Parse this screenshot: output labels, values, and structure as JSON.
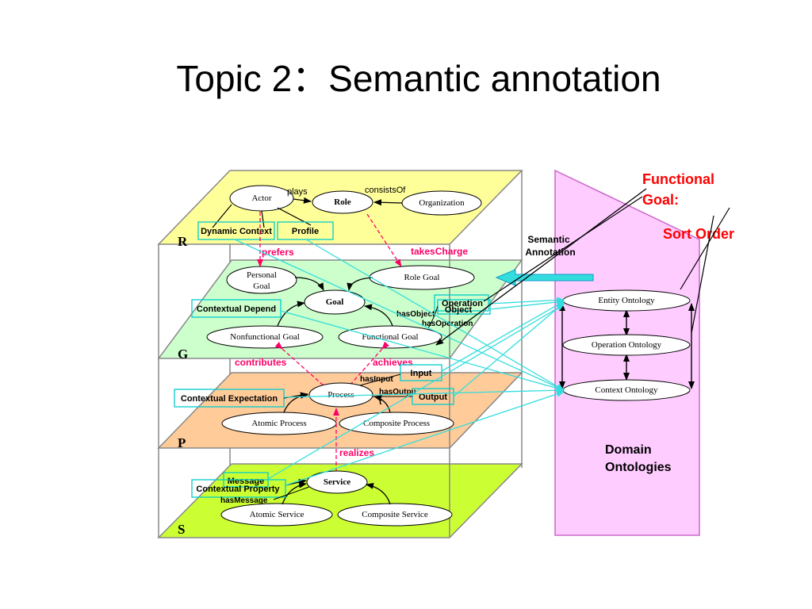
{
  "title": "Topic 2：Semantic annotation",
  "colors": {
    "layer_r": "#ffff99",
    "layer_g": "#ccffcc",
    "layer_p": "#ffcc99",
    "layer_s": "#ccff33",
    "domain_panel": "#ffccff",
    "domain_border": "#cc66cc",
    "cyan": "#33dddd",
    "magenta": "#ff0066",
    "red": "#ff0000",
    "box_border": "#00cccc"
  },
  "layers": {
    "r": "R",
    "g": "G",
    "p": "P",
    "s": "S"
  },
  "nodes": {
    "actor": "Actor",
    "role": "Role",
    "organization": "Organization",
    "personal_goal_line1": "Personal",
    "personal_goal_line2": "Goal",
    "role_goal": "Role Goal",
    "goal": "Goal",
    "nonfunctional_goal": "Nonfunctional Goal",
    "functional_goal": "Functional Goal",
    "process": "Process",
    "atomic_process": "Atomic Process",
    "composite_process": "Composite Process",
    "service": "Service",
    "atomic_service": "Atomic Service",
    "composite_service": "Composite Service"
  },
  "ontologies": {
    "entity": "Entity Ontology",
    "operation": "Operation Ontology",
    "context": "Context Ontology",
    "domain_line1": "Domain",
    "domain_line2": "Ontologies"
  },
  "labels": {
    "plays": "plays",
    "consists_of": "consistsOf",
    "dynamic_context": "Dynamic Context",
    "profile": "Profile",
    "prefers": "prefers",
    "takes_charge": "takesCharge",
    "contextual_depend": "Contextual Depend",
    "operation": "Operation",
    "object": "Object",
    "has_object": "hasObject",
    "has_operation": "hasOperation",
    "contributes": "contributes",
    "achieves": "achieves",
    "input": "Input",
    "has_input": "hasInput",
    "has_output": "hasOutpu",
    "has_output_tail": "t",
    "output": "Output",
    "contextual_expectation": "Contextual Expectation",
    "realizes": "realizes",
    "message": "Message",
    "contextual_property": "Contextual Property",
    "has_message": "hasMessage",
    "semantic_line1": "Semantic",
    "semantic_line2": "Annotation",
    "functional_goal_callout_line1": "Functional",
    "functional_goal_callout_line2": "Goal:",
    "sort_order": "Sort Order"
  }
}
